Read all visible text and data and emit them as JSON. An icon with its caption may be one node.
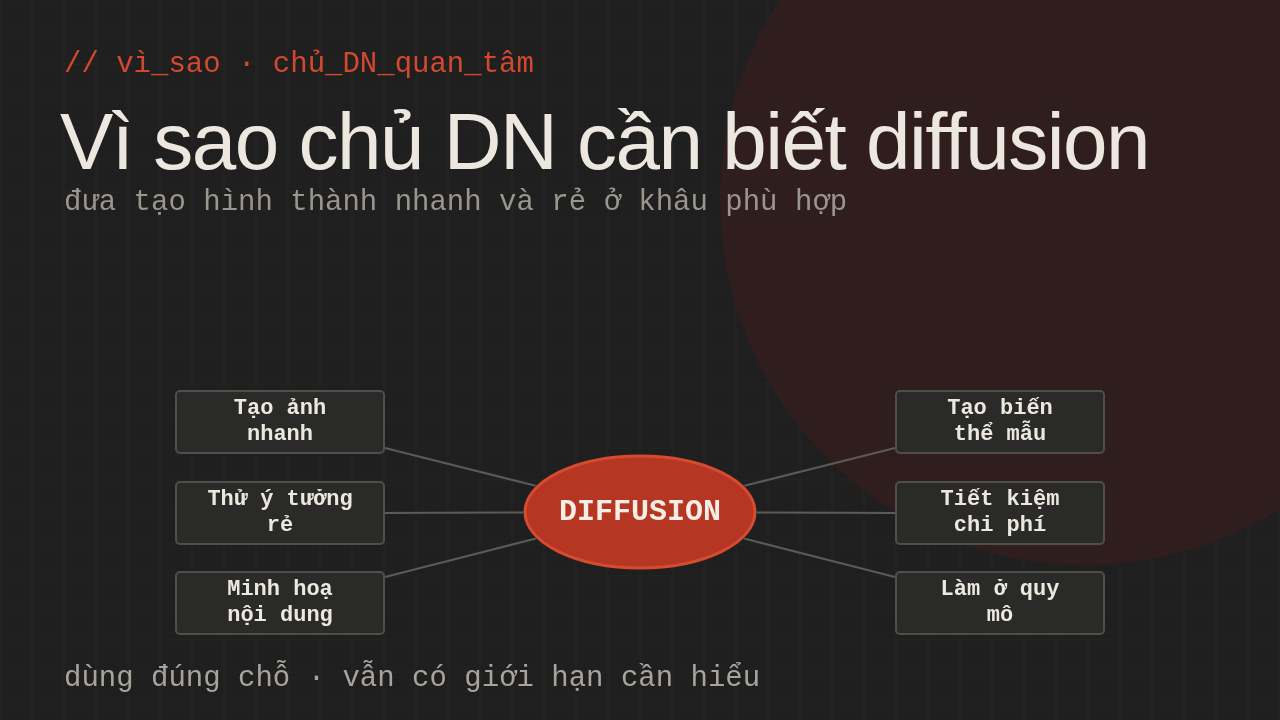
{
  "diagram": {
    "title": "Vì sao chủ DN cần biết diffusion",
    "nodes": [
      {
        "text": [
          "Tạo ảnh nhanh"
        ]
      },
      {
        "text": [
          "Tạo biến thể mẫu"
        ]
      },
      {
        "text": [
          "Thử ý tưởng rẻ"
        ]
      },
      {
        "text": [
          "DIFFUSION"
        ]
      },
      {
        "text": [
          "Tiết kiệm chi phí"
        ]
      },
      {
        "text": [
          "Minh hoạ nội dung"
        ]
      },
      {
        "text": [
          "Làm ở quy mô"
        ]
      }
    ],
    "edges": [
      {
        "from": 3,
        "to": 0,
        "arrow": "none"
      },
      {
        "from": 3,
        "to": 2,
        "arrow": "none"
      },
      {
        "from": 3,
        "to": 5,
        "arrow": "none"
      },
      {
        "from": 3,
        "to": 1,
        "arrow": "none"
      },
      {
        "from": 3,
        "to": 4,
        "arrow": "none"
      },
      {
        "from": 3,
        "to": 6,
        "arrow": "none"
      }
    ],
    "labels": [
      "// vì_sao · chủ_DN_quan_tâm",
      "đưa tạo hình thành nhanh và rẻ ở khâu phù hợp",
      "dùng đúng chỗ · vẫn có giới hạn cần hiểu"
    ]
  }
}
